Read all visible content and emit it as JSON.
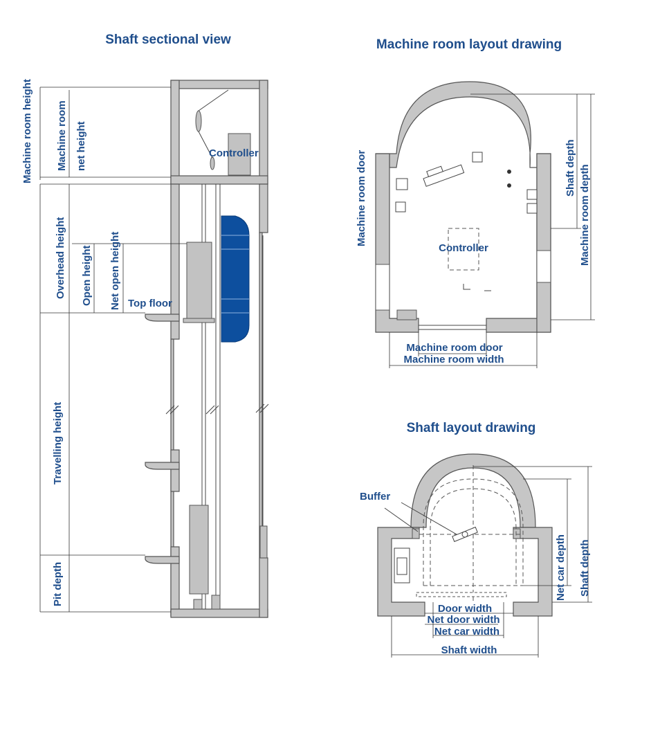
{
  "titles": {
    "sectional": "Shaft sectional view",
    "machine_room": "Machine room layout drawing",
    "shaft_layout": "Shaft layout drawing"
  },
  "sectional_labels": {
    "machine_room_height": "Machine room height",
    "machine_room_net_height_1": "Machine room",
    "machine_room_net_height_2": "net height",
    "controller": "Controller",
    "overhead_height": "Overhead height",
    "open_height": "Open height",
    "net_open_height": "Net open height",
    "top_floor": "Top floor",
    "travelling_height": "Travelling height",
    "pit_depth": "Pit depth"
  },
  "machine_room_labels": {
    "machine_room_door_vertical": "Machine room door",
    "controller": "Controller",
    "shaft_depth": "Shaft depth",
    "machine_room_depth": "Machine room depth",
    "machine_room_door": "Machine room door",
    "machine_room_width": "Machine room width"
  },
  "shaft_layout_labels": {
    "buffer": "Buffer",
    "net_car_depth": "Net car depth",
    "shaft_depth": "Shaft depth",
    "door_width": "Door width",
    "net_door_width": "Net door width",
    "net_car_width": "Net car width",
    "shaft_width": "Shaft width"
  },
  "colors": {
    "label": "#1f4e8c",
    "car": "#0d4f9e",
    "wall": "#c6c6c6"
  }
}
